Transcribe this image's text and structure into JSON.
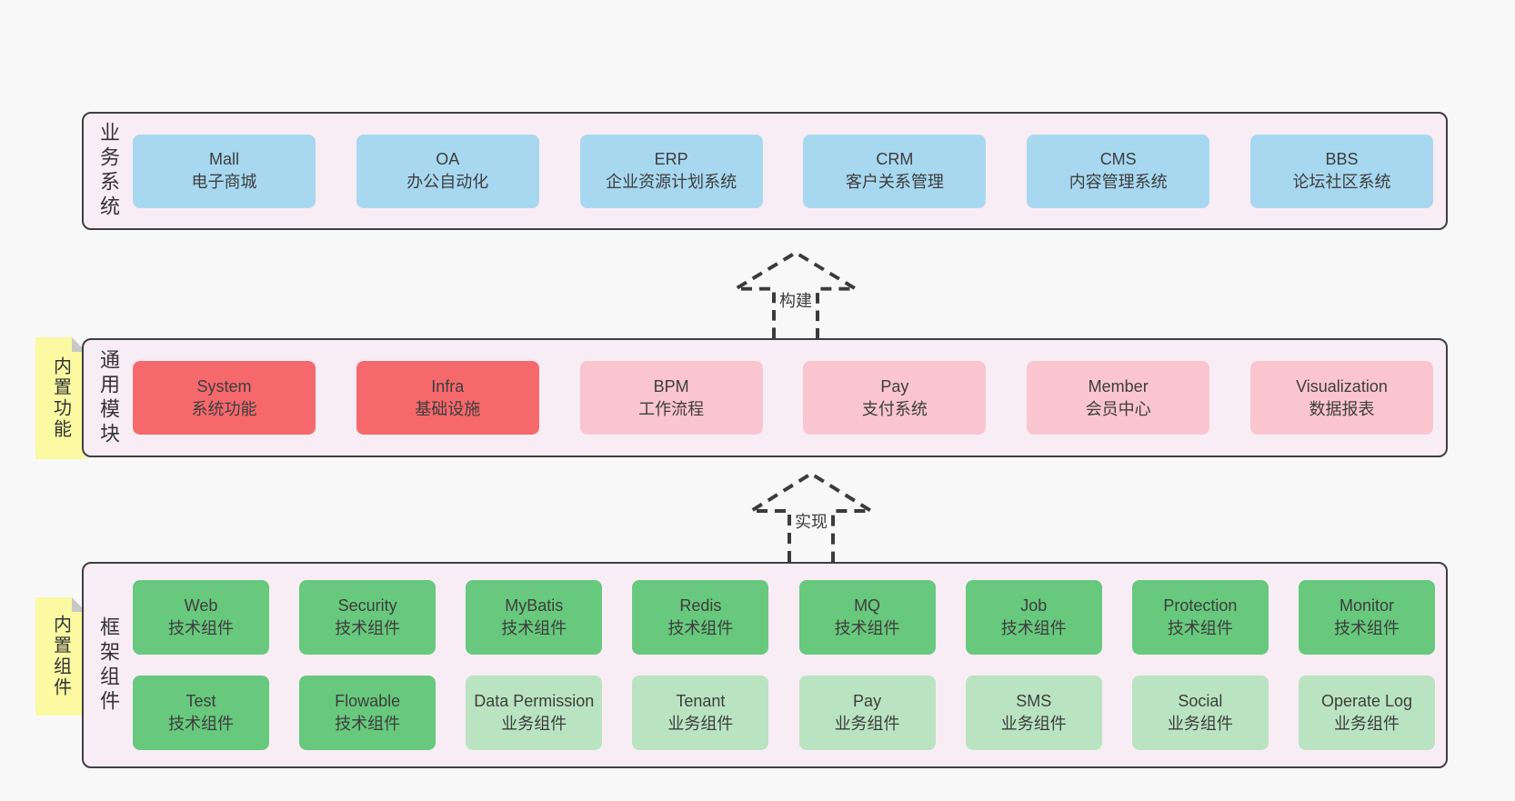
{
  "page": {
    "background": "#f8f8f8"
  },
  "arrows": [
    {
      "label": "构建"
    },
    {
      "label": "实现"
    }
  ],
  "sections": {
    "business": {
      "label": "业务系统",
      "boxes": [
        {
          "title": "Mall",
          "subtitle": "电子商城",
          "variant": "blue"
        },
        {
          "title": "OA",
          "subtitle": "办公自动化",
          "variant": "blue"
        },
        {
          "title": "ERP",
          "subtitle": "企业资源计划系统",
          "variant": "blue"
        },
        {
          "title": "CRM",
          "subtitle": "客户关系管理",
          "variant": "blue"
        },
        {
          "title": "CMS",
          "subtitle": "内容管理系统",
          "variant": "blue"
        },
        {
          "title": "BBS",
          "subtitle": "论坛社区系统",
          "variant": "blue"
        }
      ]
    },
    "modules": {
      "label": "通用模块",
      "note": "内置功能",
      "boxes": [
        {
          "title": "System",
          "subtitle": "系统功能",
          "variant": "red"
        },
        {
          "title": "Infra",
          "subtitle": "基础设施",
          "variant": "red"
        },
        {
          "title": "BPM",
          "subtitle": "工作流程",
          "variant": "pink"
        },
        {
          "title": "Pay",
          "subtitle": "支付系统",
          "variant": "pink"
        },
        {
          "title": "Member",
          "subtitle": "会员中心",
          "variant": "pink"
        },
        {
          "title": "Visualization",
          "subtitle": "数据报表",
          "variant": "pink"
        }
      ]
    },
    "components": {
      "label": "框架组件",
      "note": "内置组件",
      "rows": [
        [
          {
            "title": "Web",
            "subtitle": "技术组件",
            "variant": "green"
          },
          {
            "title": "Security",
            "subtitle": "技术组件",
            "variant": "green"
          },
          {
            "title": "MyBatis",
            "subtitle": "技术组件",
            "variant": "green"
          },
          {
            "title": "Redis",
            "subtitle": "技术组件",
            "variant": "green"
          },
          {
            "title": "MQ",
            "subtitle": "技术组件",
            "variant": "green"
          },
          {
            "title": "Job",
            "subtitle": "技术组件",
            "variant": "green"
          },
          {
            "title": "Protection",
            "subtitle": "技术组件",
            "variant": "green"
          },
          {
            "title": "Monitor",
            "subtitle": "技术组件",
            "variant": "green"
          }
        ],
        [
          {
            "title": "Test",
            "subtitle": "技术组件",
            "variant": "green"
          },
          {
            "title": "Flowable",
            "subtitle": "技术组件",
            "variant": "green"
          },
          {
            "title": "Data Permission",
            "subtitle": "业务组件",
            "variant": "lightgreen"
          },
          {
            "title": "Tenant",
            "subtitle": "业务组件",
            "variant": "lightgreen"
          },
          {
            "title": "Pay",
            "subtitle": "业务组件",
            "variant": "lightgreen"
          },
          {
            "title": "SMS",
            "subtitle": "业务组件",
            "variant": "lightgreen"
          },
          {
            "title": "Social",
            "subtitle": "业务组件",
            "variant": "lightgreen"
          },
          {
            "title": "Operate Log",
            "subtitle": "业务组件",
            "variant": "lightgreen"
          }
        ]
      ]
    }
  },
  "colors": {
    "background": "#f8f8f8",
    "panel_bg": "#f8edf5",
    "panel_border": "#3f3f3f",
    "blue": "#a8d8f0",
    "red": "#f5696d",
    "pink": "#fac5cf",
    "green": "#68c87d",
    "light_green": "#bae4c1",
    "note_yellow": "#fbf9a2",
    "note_fold": "#c8c8c8",
    "text": "#3d3d3d"
  }
}
